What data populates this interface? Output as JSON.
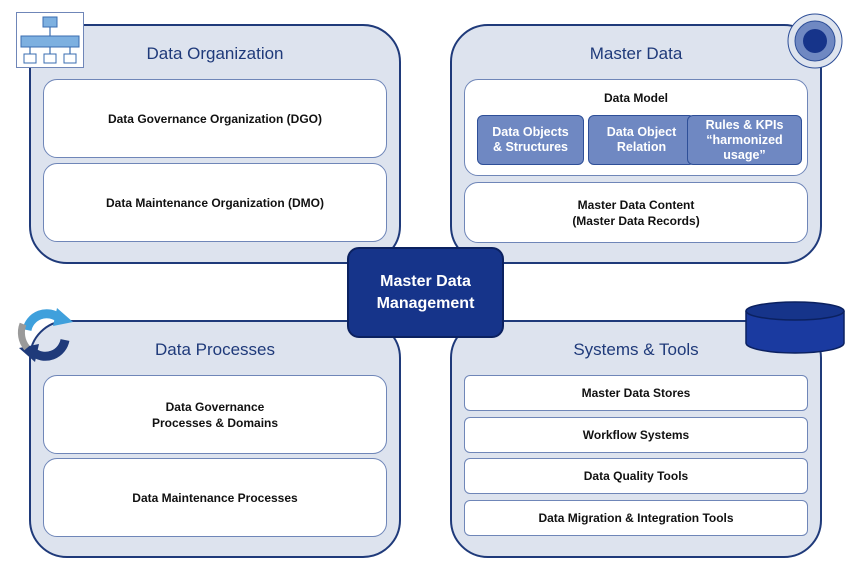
{
  "quadrants": {
    "data_organization": {
      "title": "Data Organization",
      "items": [
        "Data Governance Organization (DGO)",
        "Data Maintenance Organization (DMO)"
      ]
    },
    "master_data": {
      "title": "Master Data",
      "data_model": {
        "title": "Data Model",
        "chips": [
          "Data Objects\n& Structures",
          "Data Object\nRelation",
          "Rules & KPIs\n“harmonized\nusage”"
        ]
      },
      "content": "Master Data Content\n(Master Data Records)"
    },
    "data_processes": {
      "title": "Data Processes",
      "items": [
        "Data Governance\nProcesses & Domains",
        "Data Maintenance Processes"
      ]
    },
    "systems_tools": {
      "title": "Systems & Tools",
      "items": [
        "Master Data Stores",
        "Workflow Systems",
        "Data Quality Tools",
        "Data Migration & Integration Tools"
      ]
    }
  },
  "center": {
    "label": "Master Data\nManagement"
  },
  "icons": [
    "org-chart-icon",
    "target-icon",
    "cycle-arrows-icon",
    "database-icon"
  ],
  "colors": {
    "navy": "#16348a",
    "panel": "#dde3ee",
    "chip": "#6f88c2",
    "border": "#1f3a7a"
  }
}
